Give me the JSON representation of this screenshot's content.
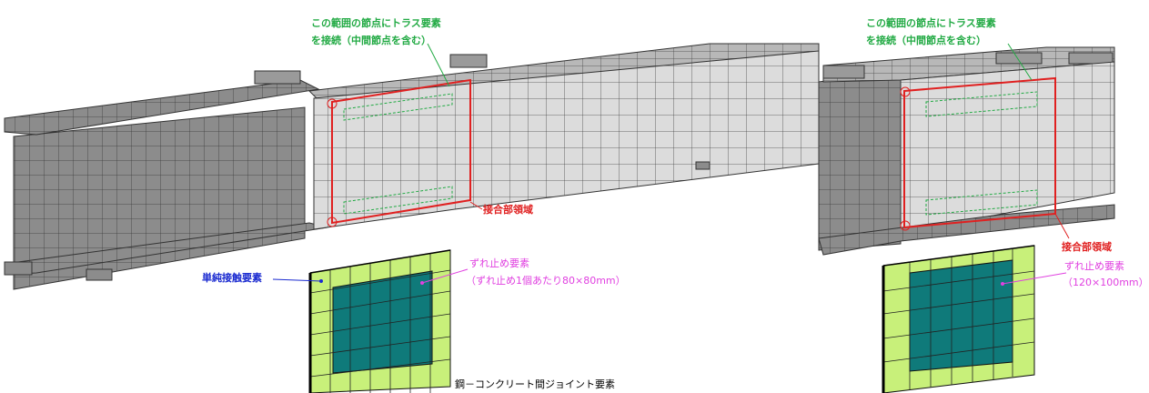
{
  "left": {
    "truss_note_line1": "この範囲の節点にトラス要素",
    "truss_note_line2": "を接続（中間節点を含む）",
    "joint_region": "接合部領域",
    "simple_contact": "単純接触要素",
    "shear_stud_title": "ずれ止め要素",
    "shear_stud_detail": "（ずれ止め1個あたり80×80mm）"
  },
  "right": {
    "truss_note_line1": "この範囲の節点にトラス要素",
    "truss_note_line2": "を接続（中間節点を含む）",
    "joint_region": "接合部領域",
    "shear_stud_title": "ずれ止め要素",
    "shear_stud_detail": "（120×100mm）"
  },
  "caption": "鋼－コンクリート間ジョイント要素",
  "colors": {
    "steel_dark": "#8c8c8c",
    "concrete_light": "#d9d9d9",
    "mesh_line": "#333333",
    "joint_outline": "#e02020",
    "truss_note": "#22aa44",
    "contact_fill": "#c8f07a",
    "stud_fill": "#0f7a7a",
    "stud_label": "#e040e0",
    "contact_label": "#1a2ad0"
  }
}
